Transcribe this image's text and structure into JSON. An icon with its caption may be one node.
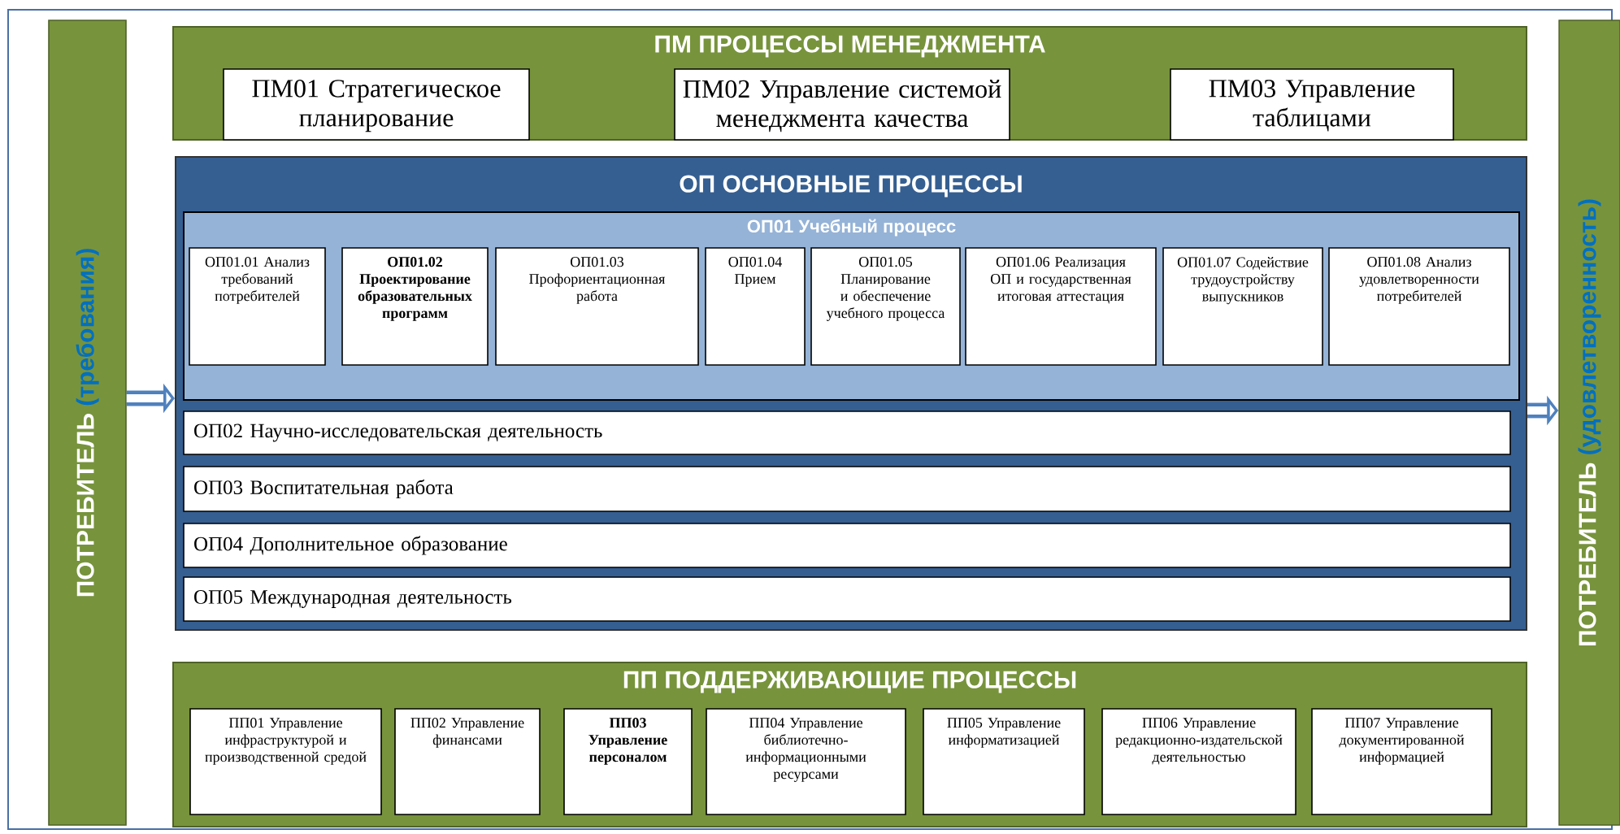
{
  "diagram": {
    "nodes": [
      {
        "text": [
          "ПОТРЕБИТЕЛЬ",
          "(требования)"
        ]
      },
      {
        "text": [
          "ПМ ПРОЦЕССЫ МЕНЕДЖМЕНТА"
        ]
      },
      {
        "text": [
          "ПМ01 Стратегическое планирование"
        ],
        "in": 1
      },
      {
        "text": [
          "ПМ02 Управление системой менеджмента качества"
        ],
        "in": 1
      },
      {
        "text": [
          "ПМ03 Управление таблицами"
        ],
        "in": 1
      },
      {
        "text": [
          "ОП ОСНОВНЫЕ ПРОЦЕССЫ"
        ]
      },
      {
        "text": [
          "ОП01 Учебный процесс"
        ],
        "in": 5
      },
      {
        "text": [
          "ОП01.01 Анализ требований потребителей"
        ],
        "in": 6
      },
      {
        "text": [
          "ОП01.02 Проектирование образовательных программ"
        ],
        "in": 6
      },
      {
        "text": [
          "ОП01.03 Профориентационная работа"
        ],
        "in": 6
      },
      {
        "text": [
          "ОП01.04 Прием"
        ],
        "in": 6
      },
      {
        "text": [
          "ОП01.05 Планирование и обеспечение учебного процесса"
        ],
        "in": 6
      },
      {
        "text": [
          "ОП01.06 Реализация ОП и государственная итоговая аттестация"
        ],
        "in": 6
      },
      {
        "text": [
          "ОП01.07 Содействие трудоустройству выпускников"
        ],
        "in": 6
      },
      {
        "text": [
          "ОП01.08 Анализ удовлетворенности потребителей"
        ],
        "in": 6
      },
      {
        "text": [
          "ОП02 Научно-исследовательская деятельность"
        ],
        "in": 5
      },
      {
        "text": [
          "ОП03 Воспитательная работа"
        ],
        "in": 5
      },
      {
        "text": [
          "ОП04 Дополнительное образование"
        ],
        "in": 5
      },
      {
        "text": [
          "ОП05 Международная деятельность"
        ],
        "in": 5
      },
      {
        "text": [
          "ПП ПОДДЕРЖИВАЮЩИЕ ПРОЦЕССЫ"
        ]
      },
      {
        "text": [
          "ПП01 Управление инфраструктурой и производственной средой"
        ],
        "in": 19
      },
      {
        "text": [
          "ПП02 Управление финансами"
        ],
        "in": 19
      },
      {
        "text": [
          "ПП03 Управление персоналом"
        ],
        "in": 19
      },
      {
        "text": [
          "ПП04 Управление библиотечно-информационными ресурсами"
        ],
        "in": 19
      },
      {
        "text": [
          "ПП05 Управление информатизацией"
        ],
        "in": 19
      },
      {
        "text": [
          "ПП06 Управление редакционно-издательской деятельностью"
        ],
        "in": 19
      },
      {
        "text": [
          "ПП07 Управление документированной информацией"
        ],
        "in": 19
      },
      {
        "text": [
          "ПОТРЕБИТЕЛЬ",
          "(удовлетворенность)"
        ]
      }
    ],
    "edges": [
      {
        "from": 0,
        "to": 5,
        "arrow": "to"
      },
      {
        "from": 5,
        "to": 27,
        "arrow": "to"
      }
    ]
  }
}
